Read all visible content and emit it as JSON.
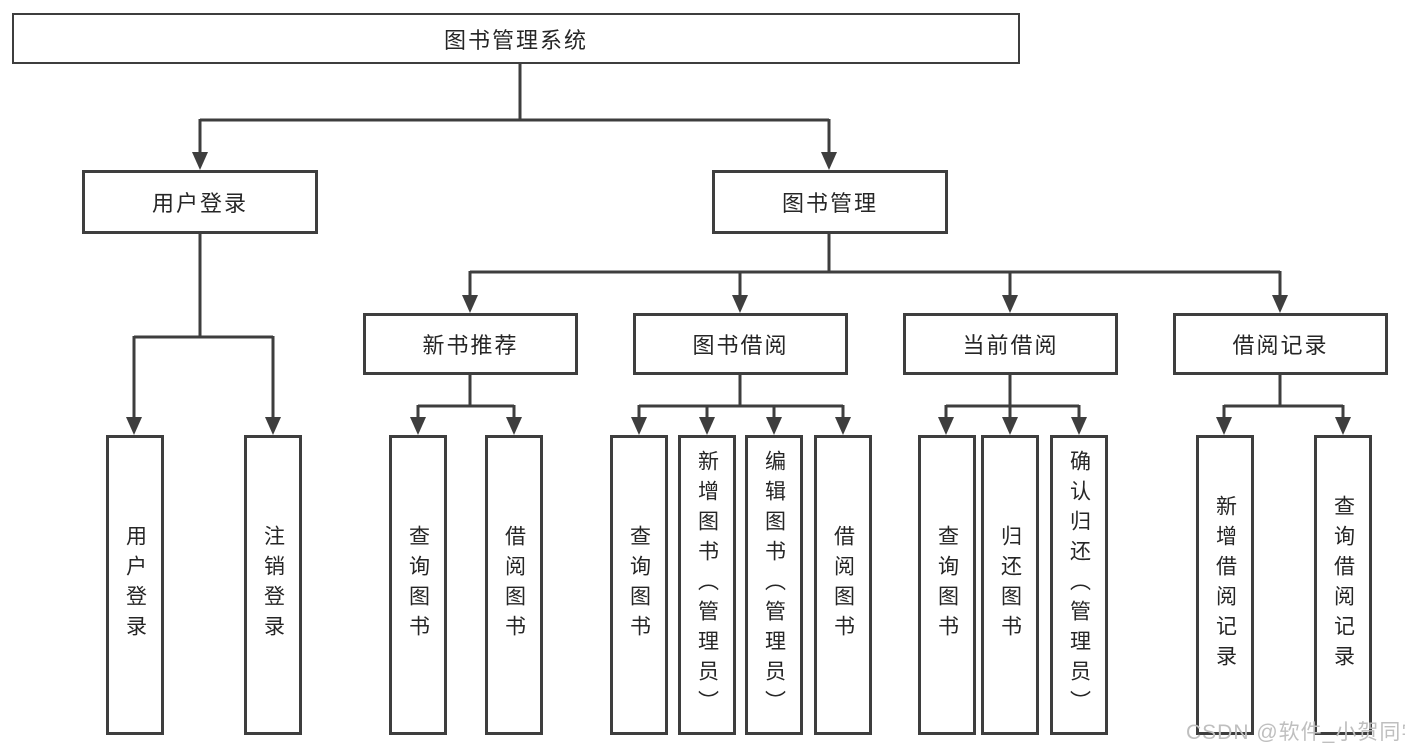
{
  "diagram": {
    "watermark": "CSDN @软件_小贺同学",
    "colors": {
      "line": "#3e3e3e",
      "text": "#262626",
      "watermark": "#bfbfbf",
      "background": "#ffffff"
    },
    "nodes": {
      "root": "图书管理系统",
      "level2": [
        "用户登录",
        "图书管理"
      ],
      "level3": [
        "新书推荐",
        "图书借阅",
        "当前借阅",
        "借阅记录"
      ],
      "leaves": {
        "user_login": [
          "用户登录",
          "注销登录"
        ],
        "new_book": [
          "查询图书",
          "借阅图书"
        ],
        "borrow": [
          "查询图书",
          "新增图书（管理员）",
          "编辑图书（管理员）",
          "借阅图书"
        ],
        "current": [
          "查询图书",
          "归还图书",
          "确认归还（管理员）"
        ],
        "records": [
          "新增借阅记录",
          "查询借阅记录"
        ]
      }
    }
  }
}
